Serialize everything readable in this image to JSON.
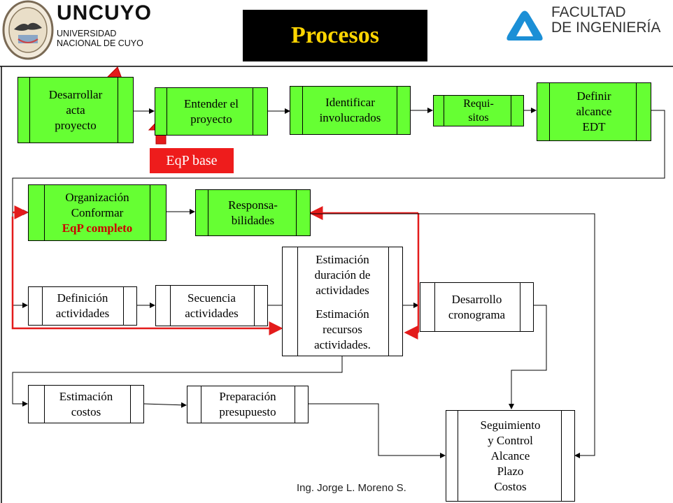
{
  "header": {
    "logo_main": "UNCUYO",
    "logo_sub1": "UNIVERSIDAD",
    "logo_sub2": "NACIONAL DE CUYO",
    "title": "Procesos",
    "faculty_line1": "FACULTAD",
    "faculty_line2": "DE INGENIERÍA"
  },
  "nodes": {
    "acta": "Desarrollar\nacta\nproyecto",
    "entender": "Entender el\nproyecto",
    "involucrados": "Identificar\ninvolucrados",
    "requisitos": "Requi-\nsitos",
    "alcance": "Definir\nalcance\nEDT",
    "organizacion": "Organización\nConformar",
    "organizacion_highlight": "EqP completo",
    "responsabilidades": "Responsa-\nbilidades",
    "definicion": "Definición\nactividades",
    "secuencia": "Secuencia\nactividades",
    "estimacion_top": "Estimación\nduración de\nactividades",
    "estimacion_bottom": "Estimación\nrecursos\nactividades.",
    "cronograma": "Desarrollo\ncronograma",
    "costos": "Estimación\ncostos",
    "presupuesto": "Preparación\npresupuesto",
    "seguimiento": "Seguimiento\ny Control\nAlcance\nPlazo\nCostos"
  },
  "callout": "EqP base",
  "footer": {
    "author": "Ing. Jorge L. Moreno S."
  },
  "colors": {
    "process_green": "#66ff33",
    "highlight_red": "#ee1c1c",
    "title_yellow": "#ffd500"
  }
}
